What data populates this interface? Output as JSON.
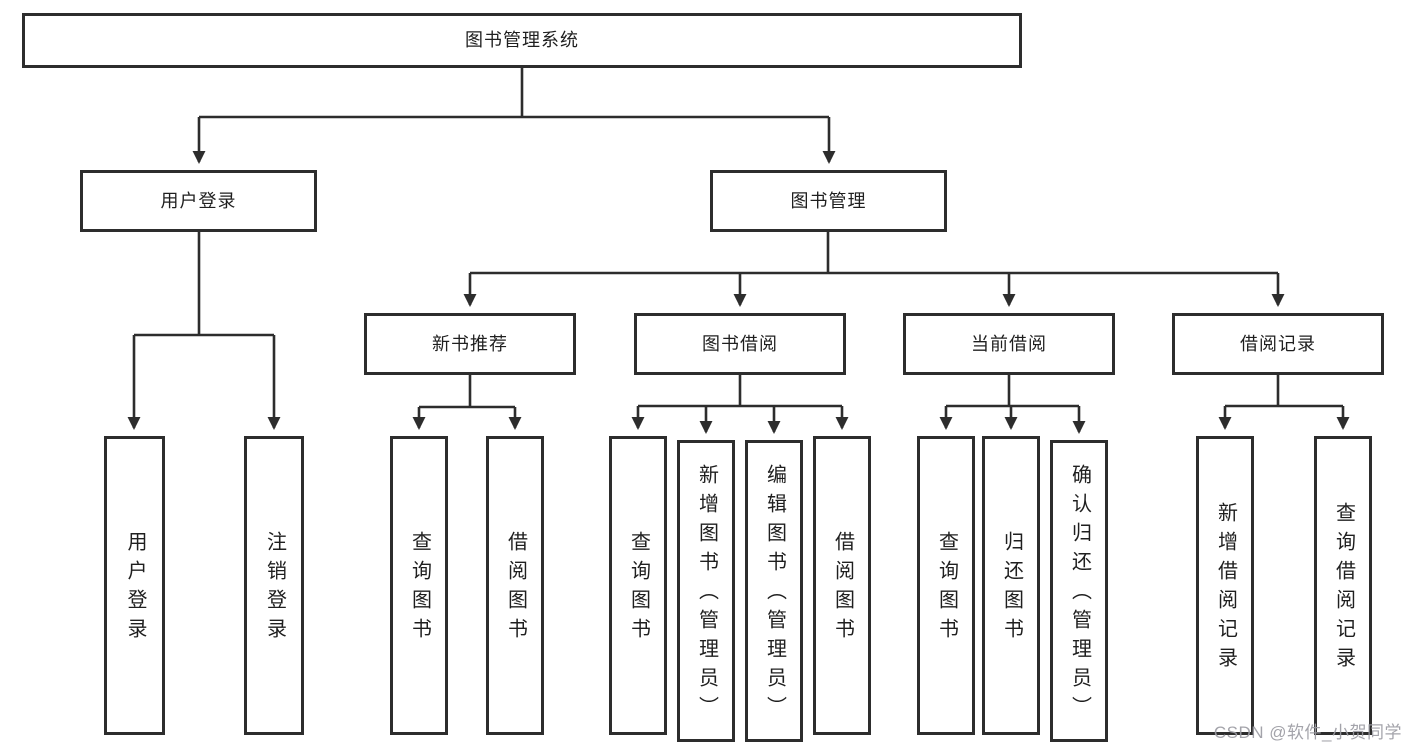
{
  "tree": {
    "label": "图书管理系统",
    "children": [
      {
        "label": "用户登录",
        "children": [
          {
            "label": "用户登录"
          },
          {
            "label": "注销登录"
          }
        ]
      },
      {
        "label": "图书管理",
        "children": [
          {
            "label": "新书推荐",
            "children": [
              {
                "label": "查询图书"
              },
              {
                "label": "借阅图书"
              }
            ]
          },
          {
            "label": "图书借阅",
            "children": [
              {
                "label": "查询图书"
              },
              {
                "label": "新增图书（管理员）"
              },
              {
                "label": "编辑图书（管理员）"
              },
              {
                "label": "借阅图书"
              }
            ]
          },
          {
            "label": "当前借阅",
            "children": [
              {
                "label": "查询图书"
              },
              {
                "label": "归还图书"
              },
              {
                "label": "确认归还（管理员）"
              }
            ]
          },
          {
            "label": "借阅记录",
            "children": [
              {
                "label": "新增借阅记录"
              },
              {
                "label": "查询借阅记录"
              }
            ]
          }
        ]
      }
    ]
  },
  "watermark": {
    "text": "CSDN @软件_小贺同学"
  },
  "colors": {
    "line": "#2d2d2d",
    "text": "#1f1f1f",
    "watermark": "#9c9ca3",
    "background": "#ffffff"
  }
}
